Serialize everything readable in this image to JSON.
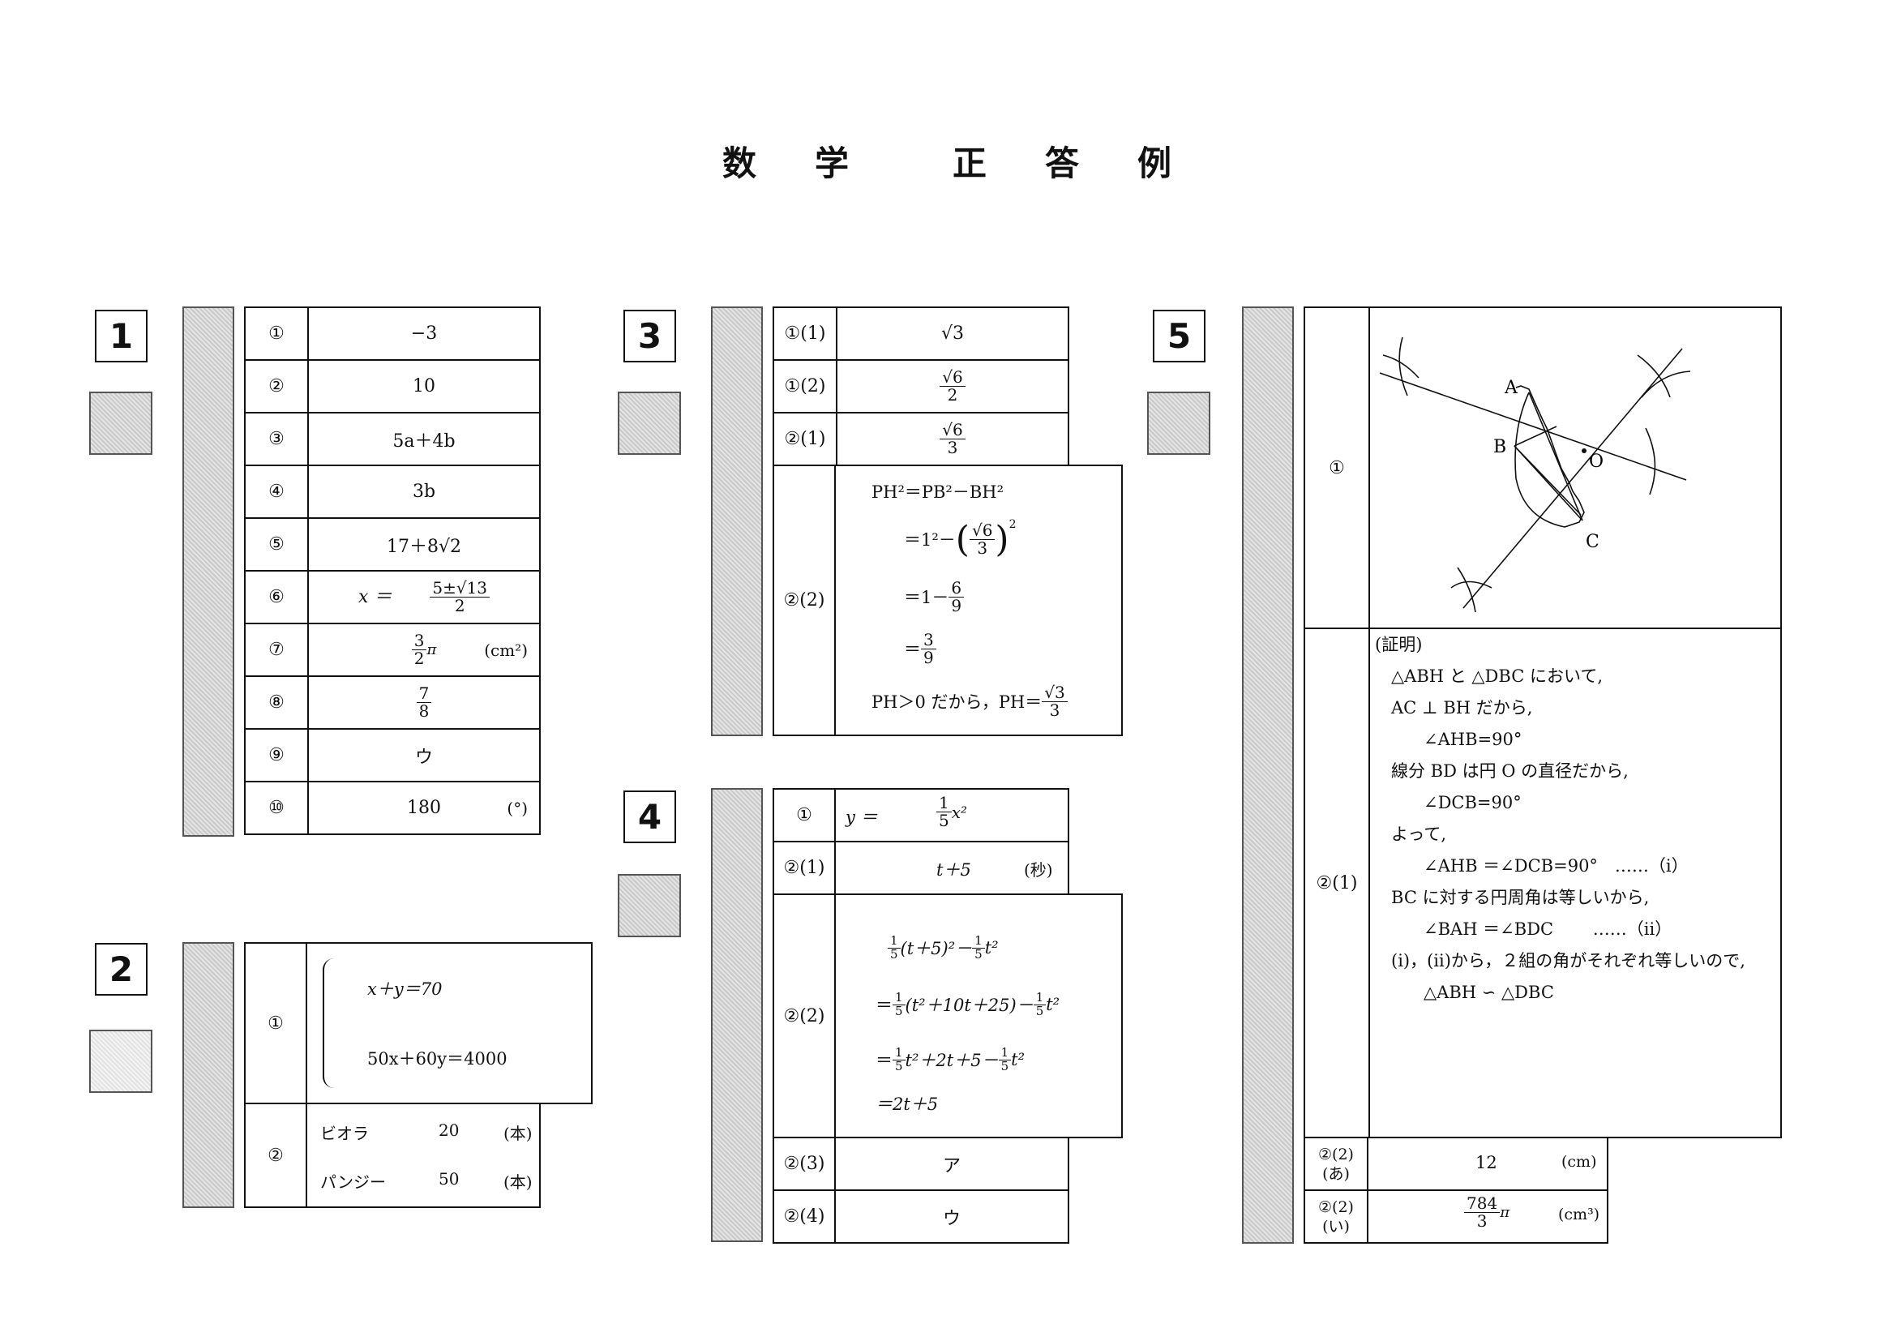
{
  "title": [
    "数",
    "学",
    "正",
    "答",
    "例"
  ],
  "q1": {
    "number": "1",
    "rows": [
      {
        "label": "①",
        "answer": "−3"
      },
      {
        "label": "②",
        "answer": "10"
      },
      {
        "label": "③",
        "answer": "5a＋4b"
      },
      {
        "label": "④",
        "answer": "3b"
      },
      {
        "label": "⑤",
        "answer": "17＋8√2"
      },
      {
        "label": "⑥",
        "prefix": "x ＝",
        "num": "5±√13",
        "den": "2"
      },
      {
        "label": "⑦",
        "num": "3",
        "den": "2",
        "after": "π",
        "unit": "(cm²)"
      },
      {
        "label": "⑧",
        "num": "7",
        "den": "8"
      },
      {
        "label": "⑨",
        "answer": "ウ"
      },
      {
        "label": "⑩",
        "answer": "180",
        "unit": "(°)"
      }
    ]
  },
  "q2": {
    "number": "2",
    "r1": {
      "label": "①",
      "eq1": "x＋y＝70",
      "eq2": "50x＋60y＝4000"
    },
    "r2": {
      "label": "②",
      "item1": "ビオラ",
      "val1": "20",
      "unit1": "(本)",
      "item2": "パンジー",
      "val2": "50",
      "unit2": "(本)"
    }
  },
  "q3": {
    "number": "3",
    "rows": [
      {
        "label": "①(1)",
        "answer": "√3"
      },
      {
        "label": "①(2)",
        "num": "√6",
        "den": "2"
      },
      {
        "label": "②(1)",
        "num": "√6",
        "den": "3"
      },
      {
        "label": "②(2)"
      }
    ],
    "work": {
      "l1": "PH²＝PB²－BH²",
      "l2a": "＝1²－",
      "l2num": "√6",
      "l2den": "3",
      "l2exp": "2",
      "l3a": "＝1－",
      "l3num": "6",
      "l3den": "9",
      "l4a": "＝",
      "l4num": "3",
      "l4den": "9",
      "l5a": "PH＞0 だから，PH＝",
      "l5num": "√3",
      "l5den": "3"
    }
  },
  "q4": {
    "number": "4",
    "rows": [
      {
        "label": "①",
        "prefix": "y ＝",
        "num": "1",
        "den": "5",
        "after": "x²"
      },
      {
        "label": "②(1)",
        "answer": "t＋5",
        "unit": "(秒)"
      },
      {
        "label": "②(2)"
      },
      {
        "label": "②(3)",
        "answer": "ア"
      },
      {
        "label": "②(4)",
        "answer": "ウ"
      }
    ],
    "work": {
      "l1a": "(t＋5)²－",
      "l1b": "t²",
      "l2a": "＝",
      "l2b": "(t²＋10t＋25)－",
      "l2c": "t²",
      "l3a": "＝",
      "l3b": "t²＋2t＋5－",
      "l3c": "t²",
      "l4": "＝2t＋5",
      "f_num": "1",
      "f_den": "5"
    }
  },
  "q5": {
    "number": "5",
    "r1": {
      "label": "①",
      "points": [
        "A",
        "B",
        "O",
        "C"
      ]
    },
    "r2": {
      "label": "②(1)",
      "proof": [
        "(証明)",
        "△ABH と △DBC において,",
        "AC ⊥ BH だから,",
        "∠AHB=90°",
        "線分 BD は円 O の直径だから,",
        "∠DCB=90°",
        "よって,",
        "∠AHB ＝∠DCB=90°　……（i）",
        "BC に対する円周角は等しいから,",
        "∠BAH ＝∠BDC　　 ……（ii）",
        "(i)，(ii)から，２組の角がそれぞれ等しいので,",
        "△ABH ∽ △DBC"
      ]
    },
    "r3": {
      "label": "②(2)",
      "sub": "(あ)",
      "answer": "12",
      "unit": "(cm)"
    },
    "r4": {
      "label": "②(2)",
      "sub": "(い)",
      "num": "784",
      "den": "3",
      "after": "π",
      "unit": "(cm³)"
    }
  }
}
